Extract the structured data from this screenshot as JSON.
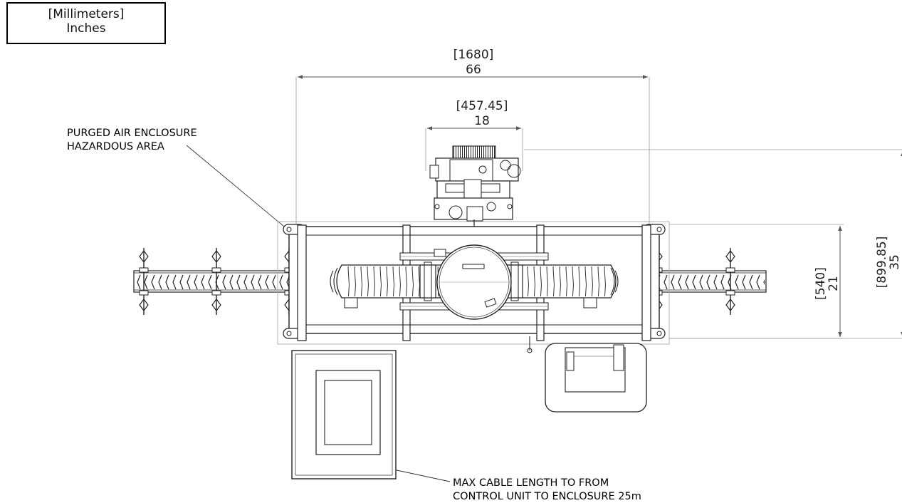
{
  "units_legend": {
    "line1": "[Millimeters]",
    "line2": "Inches"
  },
  "dimensions": {
    "overall_width": {
      "mm": "[1680]",
      "in": "66"
    },
    "head_width": {
      "mm": "[457.45]",
      "in": "18"
    },
    "frame_depth": {
      "mm": "[540]",
      "in": "21"
    },
    "overall_depth": {
      "mm": "[899.85]",
      "in": "35"
    }
  },
  "notes": {
    "enclosure_line1": "PURGED AIR ENCLOSURE",
    "enclosure_line2": "HAZARDOUS AREA",
    "cable_line1": "MAX CABLE LENGTH TO FROM",
    "cable_line2": "CONTROL UNIT TO ENCLOSURE 25m"
  }
}
